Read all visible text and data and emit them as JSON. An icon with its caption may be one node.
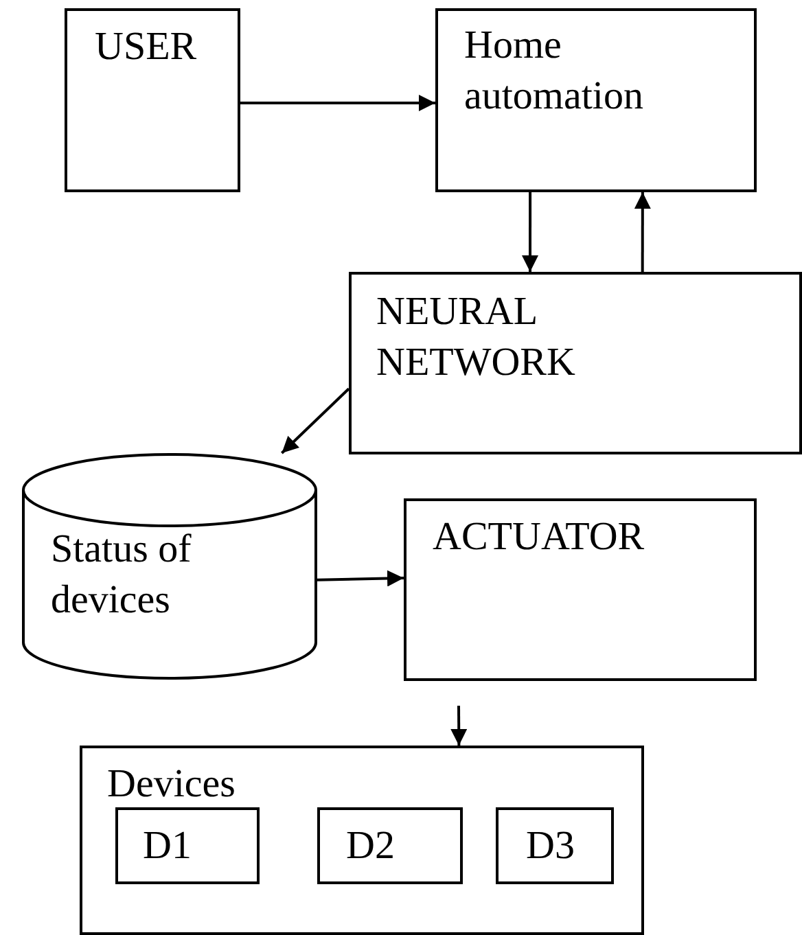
{
  "diagram": {
    "nodes": [
      {
        "text": [
          "USER"
        ]
      },
      {
        "text": [
          "Home automation"
        ]
      },
      {
        "text": [
          "NEURAL NETWORK"
        ]
      },
      {
        "text": [
          "Status of devices"
        ]
      },
      {
        "text": [
          "ACTUATOR"
        ]
      },
      {
        "text": [
          "Devices"
        ]
      },
      {
        "text": [
          "D1"
        ],
        "in": 5
      },
      {
        "text": [
          "D2"
        ],
        "in": 5
      },
      {
        "text": [
          "D3"
        ],
        "in": 5
      }
    ],
    "edges": [
      {
        "from": 0,
        "to": 1,
        "arrow": "to"
      },
      {
        "from": 1,
        "to": 2,
        "arrow": "to"
      },
      {
        "from": 2,
        "to": 1,
        "arrow": "to"
      },
      {
        "from": 2,
        "to": 3,
        "arrow": "to"
      },
      {
        "from": 3,
        "to": 4,
        "arrow": "to"
      },
      {
        "from": null,
        "to": 5,
        "arrow": "to"
      }
    ]
  }
}
